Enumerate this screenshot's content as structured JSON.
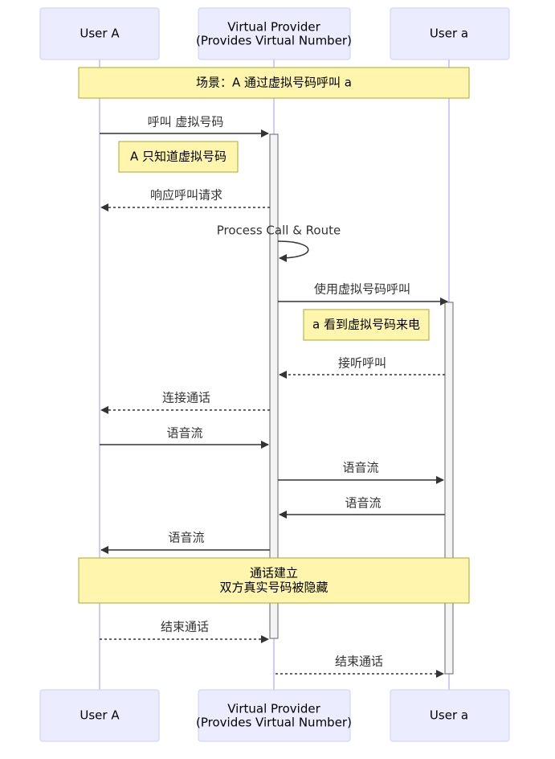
{
  "participants": {
    "user_a_upper": "User A",
    "provider_line1": "Virtual Provider",
    "provider_line2": "(Provides Virtual Number)",
    "user_b_lower": "User a"
  },
  "notes": {
    "scene": "场景：A 通过虚拟号码呼叫 a",
    "a_knows": "A 只知道虚拟号码",
    "b_sees": "a 看到虚拟号码来电",
    "established_line1": "通话建立",
    "established_line2": "双方真实号码被隐藏"
  },
  "messages": {
    "m1": "呼叫 虚拟号码",
    "m2": "响应呼叫请求",
    "m3": "Process Call & Route",
    "m4": "使用虚拟号码呼叫",
    "m5": "接听呼叫",
    "m6": "连接通话",
    "m7": "语音流",
    "m8": "语音流",
    "m9": "语音流",
    "m10": "语音流",
    "m11": "结束通话",
    "m12": "结束通话"
  }
}
